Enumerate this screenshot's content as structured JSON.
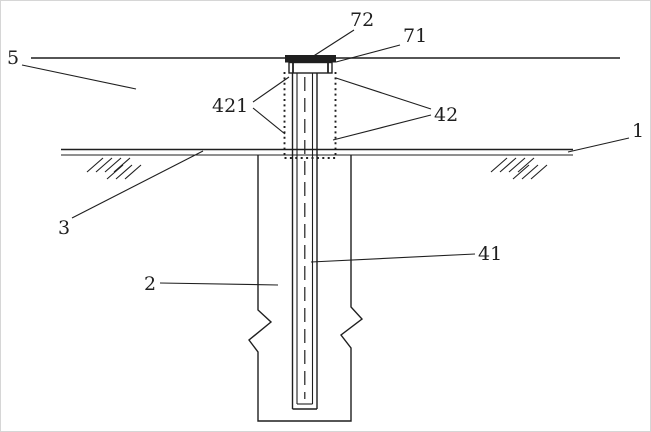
{
  "figure": {
    "type": "technical-drawing",
    "colors": {
      "ink": "#1f1f1f",
      "paper": "#ffffff"
    },
    "labels": {
      "n5": "5",
      "n72": "72",
      "n71": "71",
      "n421": "421",
      "n42": "42",
      "n1": "1",
      "n3": "3",
      "n2": "2",
      "n41": "41"
    }
  }
}
